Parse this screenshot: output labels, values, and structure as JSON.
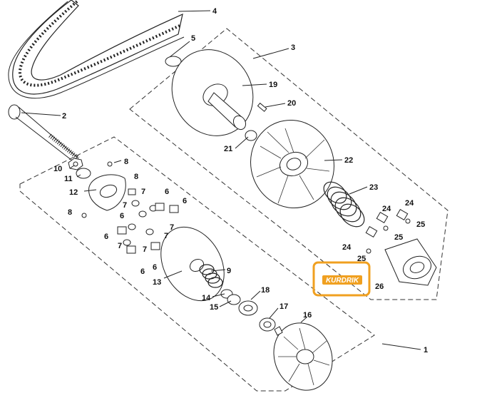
{
  "labels": {
    "p1": "1",
    "p2": "2",
    "p3": "3",
    "p4": "4",
    "p5": "5",
    "p6a": "6",
    "p6b": "6",
    "p6c": "6",
    "p6d": "6",
    "p6e": "6",
    "p6f": "6",
    "p7a": "7",
    "p7b": "7",
    "p7c": "7",
    "p7d": "7",
    "p7e": "7",
    "p7f": "7",
    "p8a": "8",
    "p8b": "8",
    "p8c": "8",
    "p9": "9",
    "p10": "10",
    "p11": "11",
    "p12": "12",
    "p13": "13",
    "p14": "14",
    "p15": "15",
    "p16": "16",
    "p17": "17",
    "p18": "18",
    "p19": "19",
    "p20": "20",
    "p21": "21",
    "p22": "22",
    "p23": "23",
    "p24a": "24",
    "p24b": "24",
    "p24c": "24",
    "p25a": "25",
    "p25b": "25",
    "p25c": "25",
    "p26": "26"
  },
  "watermark": {
    "text": "KURDRIK",
    "color": "#f0a020"
  }
}
